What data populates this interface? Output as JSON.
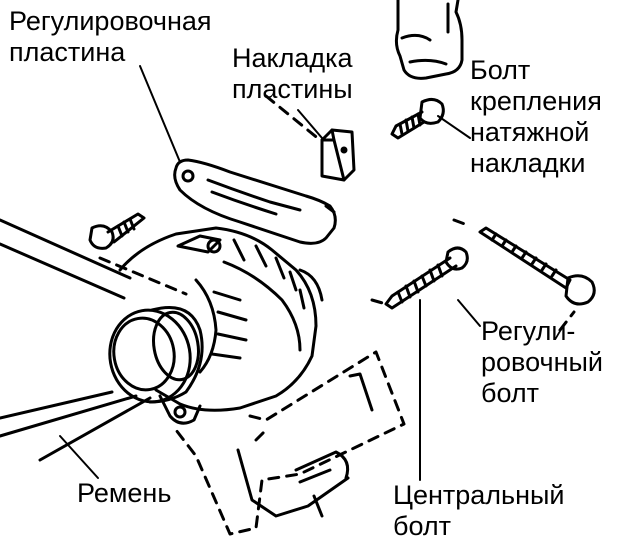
{
  "labels": {
    "adjusting_plate": [
      "Регулировочная",
      "пластина"
    ],
    "plate_cover": [
      "Накладка",
      "пластины"
    ],
    "tension_cover_bolt": [
      "Болт",
      "крепления",
      "натяжной",
      "накладки"
    ],
    "adjusting_bolt": [
      "Регули-",
      "ровочный",
      "болт"
    ],
    "belt": [
      "Ремень"
    ],
    "center_bolt": [
      "Центральный",
      "болт"
    ]
  },
  "colors": {
    "ink": "#000000",
    "paper": "#ffffff"
  }
}
